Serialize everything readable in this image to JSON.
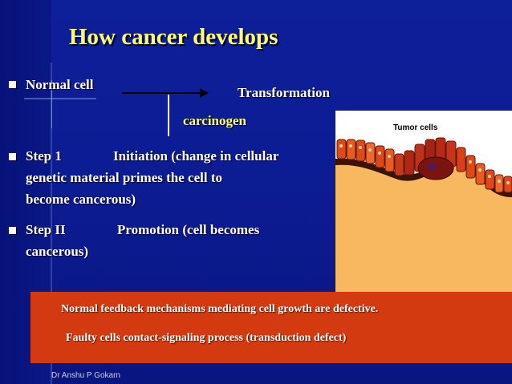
{
  "title": "How cancer develops",
  "items": {
    "normal_cell": "Normal cell",
    "transformation": "Transformation",
    "carcinogen": "carcinogen",
    "step1_label": "Step 1",
    "step1_line1": "Initiation (change in cellular",
    "step1_line2": "genetic material primes the cell to",
    "step1_line3": "become cancerous)",
    "step2_label": "Step II",
    "step2_line1": "Promotion (cell becomes",
    "step2_line2": "cancerous)"
  },
  "figure": {
    "label": "Tumor cells"
  },
  "callout": {
    "line1": "Normal feedback mechanisms mediating cell growth are defective.",
    "line2": "Faulty cells contact-signaling process (transduction defect)"
  },
  "footer": "Dr Anshu P Gokarn",
  "colors": {
    "background": "#0c1c93",
    "title": "#ffff66",
    "callout": "#d43a10"
  }
}
